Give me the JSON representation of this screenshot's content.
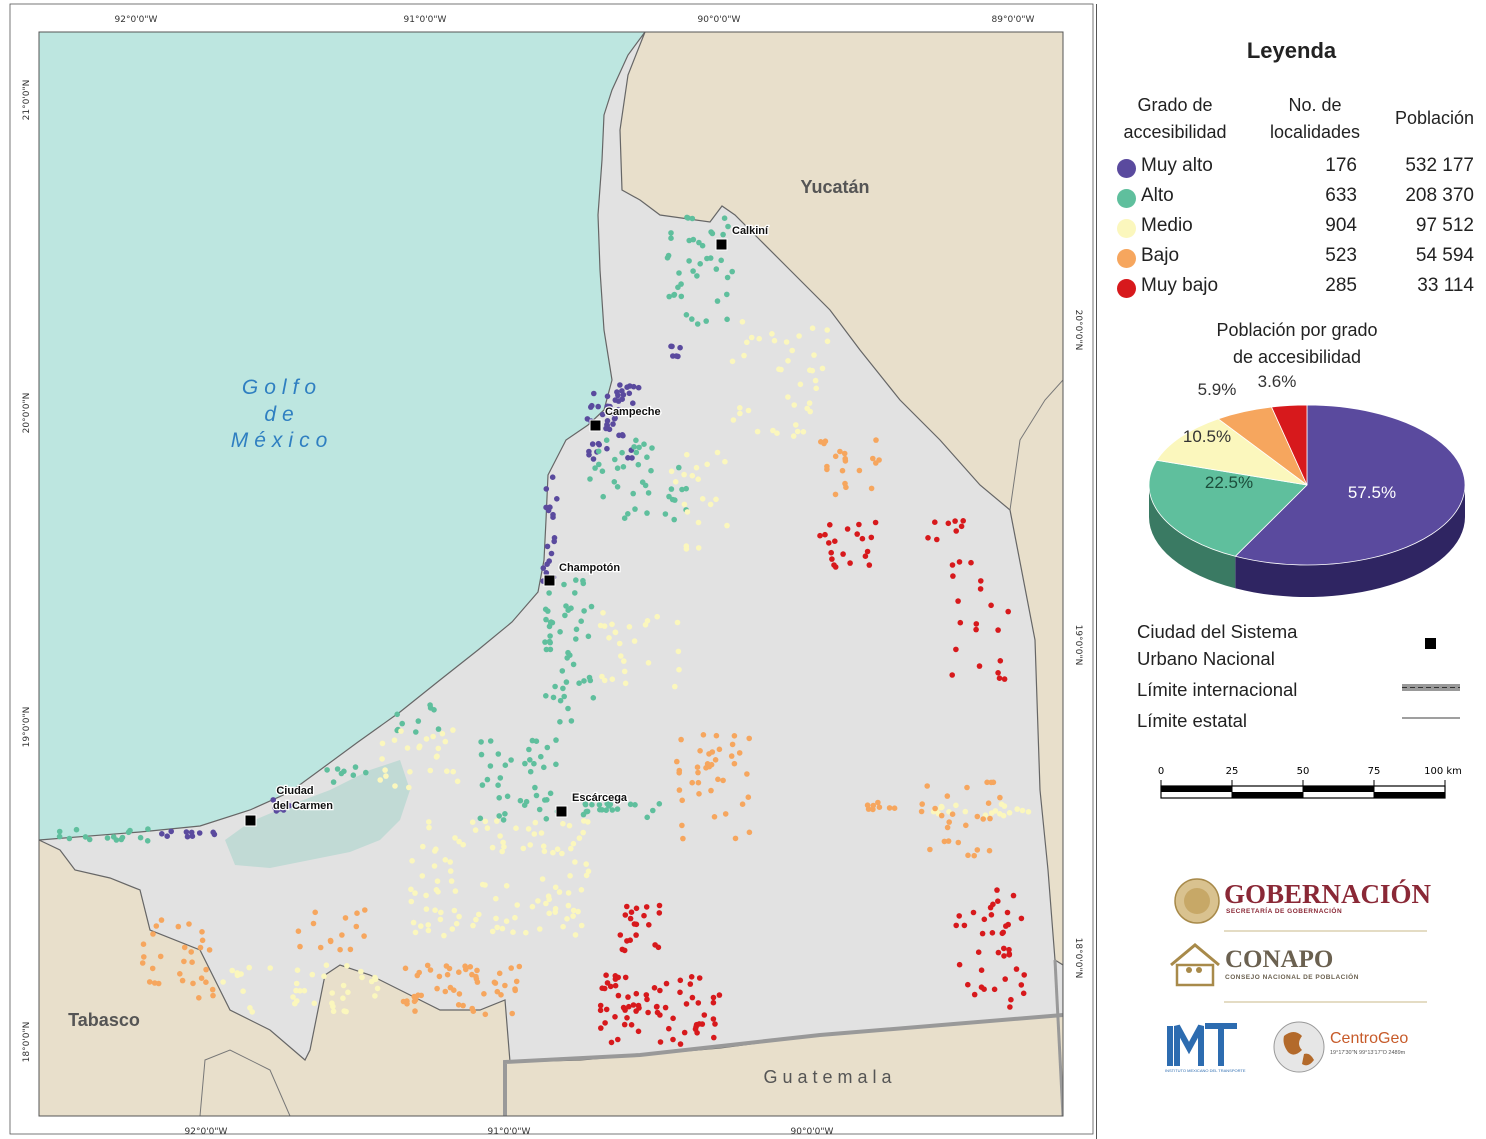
{
  "map": {
    "sea_label": [
      "Golfo",
      "de",
      "México"
    ],
    "state_labels": {
      "yucatan": "Yucatán",
      "tabasco": "Tabasco",
      "guatemala": "Guatemala"
    },
    "cities": [
      {
        "id": "calkini",
        "label": "Calkiní"
      },
      {
        "id": "campeche",
        "label": "Campeche"
      },
      {
        "id": "champoton",
        "label": "Champotón"
      },
      {
        "id": "escarcega",
        "label": "Escárcega"
      },
      {
        "id": "carmen",
        "label": "Ciudad del Carmen",
        "lines": [
          "Ciudad",
          "del Carmen"
        ]
      }
    ],
    "graticule": {
      "top": [
        "92°0'0\"W",
        "91°0'0\"W",
        "90°0'0\"W",
        "89°0'0\"W"
      ],
      "bottom": [
        "92°0'0\"W",
        "91°0'0\"W",
        "90°0'0\"W"
      ],
      "left": [
        "21°0'0\"N",
        "20°0'0\"N",
        "19°0'0\"N",
        "18°0'0\"N"
      ],
      "right": [
        "20°0'0\"N",
        "19°0'0\"N",
        "18°0'0\"N"
      ]
    },
    "colors": {
      "sea": "#bde6e0",
      "land": "#e8dfcb",
      "state": "#e2e2e2"
    }
  },
  "legend": {
    "title": "Leyenda",
    "headers": {
      "grado": [
        "Grado de",
        "accesibilidad"
      ],
      "localidades": [
        "No. de",
        "localidades"
      ],
      "poblacion": "Población"
    },
    "rows": [
      {
        "label": "Muy alto",
        "localidades": "176",
        "poblacion": "532 177",
        "color": "#5a4a9e"
      },
      {
        "label": "Alto",
        "localidades": "633",
        "poblacion": "208 370",
        "color": "#5fbf9d"
      },
      {
        "label": "Medio",
        "localidades": "904",
        "poblacion": "97 512",
        "color": "#fbf7bd"
      },
      {
        "label": "Bajo",
        "localidades": "523",
        "poblacion": "54 594",
        "color": "#f6a65e"
      },
      {
        "label": "Muy bajo",
        "localidades": "285",
        "poblacion": "33 114",
        "color": "#d7191c"
      }
    ],
    "pie_title": [
      "Población por grado",
      "de accesibilidad"
    ],
    "pie": [
      {
        "label": "57.5%",
        "value": 57.5,
        "color": "#5a4a9e",
        "dark": "#2f2562"
      },
      {
        "label": "22.5%",
        "value": 22.5,
        "color": "#5fbf9d",
        "dark": "#3a7a63"
      },
      {
        "label": "10.5%",
        "value": 10.5,
        "color": "#fbf7bd",
        "dark": "#b8b486"
      },
      {
        "label": "5.9%",
        "value": 5.9,
        "color": "#f6a65e",
        "dark": "#b6733c"
      },
      {
        "label": "3.6%",
        "value": 3.6,
        "color": "#d7191c",
        "dark": "#8e1012"
      }
    ],
    "symbols": {
      "city": [
        "Ciudad del Sistema",
        "Urbano Nacional"
      ],
      "international": "Límite internacional",
      "state": "Límite estatal"
    },
    "scale": {
      "ticks": [
        "0",
        "25",
        "50",
        "75",
        "100 km"
      ]
    },
    "logos": {
      "gobernacion": {
        "name": "GOBERNACIÓN",
        "sub": "SECRETARÍA DE GOBERNACIÓN"
      },
      "conapo": {
        "name": "CONAPO",
        "sub": "CONSEJO NACIONAL DE POBLACIÓN"
      },
      "imt": {
        "name": "INSTITUTO MEXICANO DEL TRANSPORTE"
      },
      "centrogeo": {
        "name": "CentroGeo",
        "sub": "19°17'30\"N  99°13'17\"O  2489m"
      }
    }
  }
}
